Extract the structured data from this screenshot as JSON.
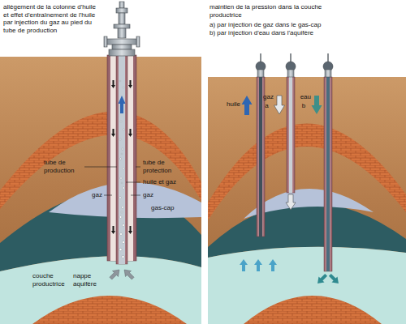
{
  "diagram": {
    "labels": [
      "allègement de la colonne d'huile et effet d'entraînement de l'huile par injection du gaz au pied du tube de production",
      "maintien de la pression dans la couche productrice",
      "a) par injection de gaz dans le gas-cap",
      "b) par injection d'eau dans l'aquifère",
      "tube de production",
      "tube de protection",
      "huile et gaz",
      "gaz",
      "gaz",
      "gas-cap",
      "couche productrice",
      "nappe aquifère",
      "huile",
      "gaz",
      "a",
      "eau",
      "b"
    ]
  }
}
